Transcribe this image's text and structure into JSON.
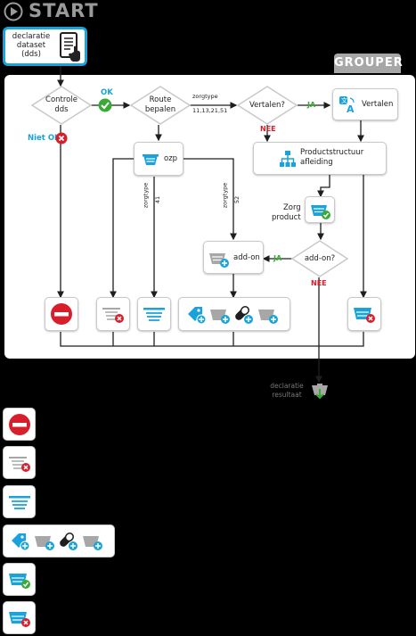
{
  "header": {
    "start": "START"
  },
  "grouper": {
    "title": "GROUPER"
  },
  "input": {
    "label": "declaratie\ndataset\n(dds)"
  },
  "nodes": {
    "controle": "Controle\ndds",
    "route": "Route\nbepalen",
    "vertalen_q": "Vertalen?",
    "vertalen": "Vertalen",
    "productstructuur": "Productstructuur\nafleiding",
    "ozp": "ozp",
    "zorgproduct": "Zorg\nproduct",
    "addon_box": "add-on",
    "addon_q": "add-on?"
  },
  "edges": {
    "ok": "OK",
    "niet_ok": "Niet OK",
    "zorgtype": "zorgtype",
    "zorgtype_codes": "11,13,21,51",
    "ja1": "JA",
    "nee1": "NEE",
    "ja2": "JA",
    "nee2": "NEE",
    "zorgtype_41_label": "zorgtype",
    "zorgtype_41": "41",
    "zorgtype_52_label": "zorgtype",
    "zorgtype_52": "52"
  },
  "output": {
    "label": "declaratie\nresultaat"
  },
  "colors": {
    "blue": "#1aa3db",
    "red": "#d71f2b",
    "green": "#3aa935",
    "grey": "#a7a7a7",
    "dark": "#1e1e1e"
  },
  "icons": [
    "play-icon",
    "tablet-icon",
    "check-icon",
    "x-icon",
    "translate-icon",
    "hierarchy-icon",
    "basket-icon",
    "tag-icon",
    "pill-icon",
    "stop-icon",
    "download-icon"
  ]
}
